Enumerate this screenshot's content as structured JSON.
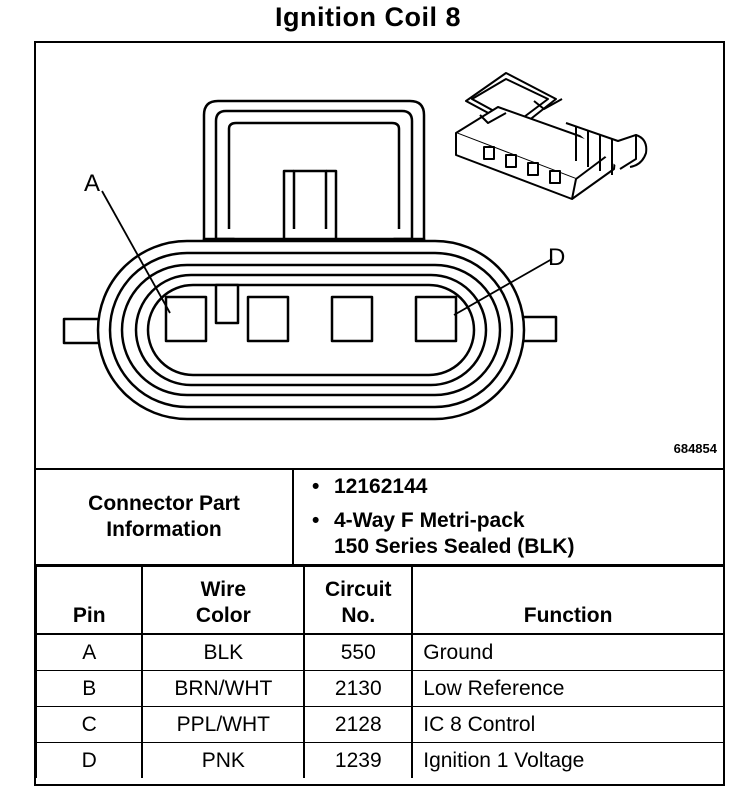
{
  "title": "Ignition Coil 8",
  "figure_number": "684854",
  "callouts": {
    "pin_a": "A",
    "pin_d": "D"
  },
  "connector_info": {
    "label": "Connector Part\nInformation",
    "items": [
      "12162144",
      "4-Way F Metri-pack\n150 Series Sealed (BLK)"
    ]
  },
  "table": {
    "headers": {
      "pin": "Pin",
      "wire_color": "Wire\nColor",
      "circuit": "Circuit\nNo.",
      "function": "Function"
    },
    "rows": [
      {
        "pin": "A",
        "wire_color": "BLK",
        "circuit": "550",
        "function": "Ground"
      },
      {
        "pin": "B",
        "wire_color": "BRN/WHT",
        "circuit": "2130",
        "function": "Low Reference"
      },
      {
        "pin": "C",
        "wire_color": "PPL/WHT",
        "circuit": "2128",
        "function": "IC 8 Control"
      },
      {
        "pin": "D",
        "wire_color": "PNK",
        "circuit": "1239",
        "function": "Ignition 1 Voltage"
      }
    ]
  }
}
